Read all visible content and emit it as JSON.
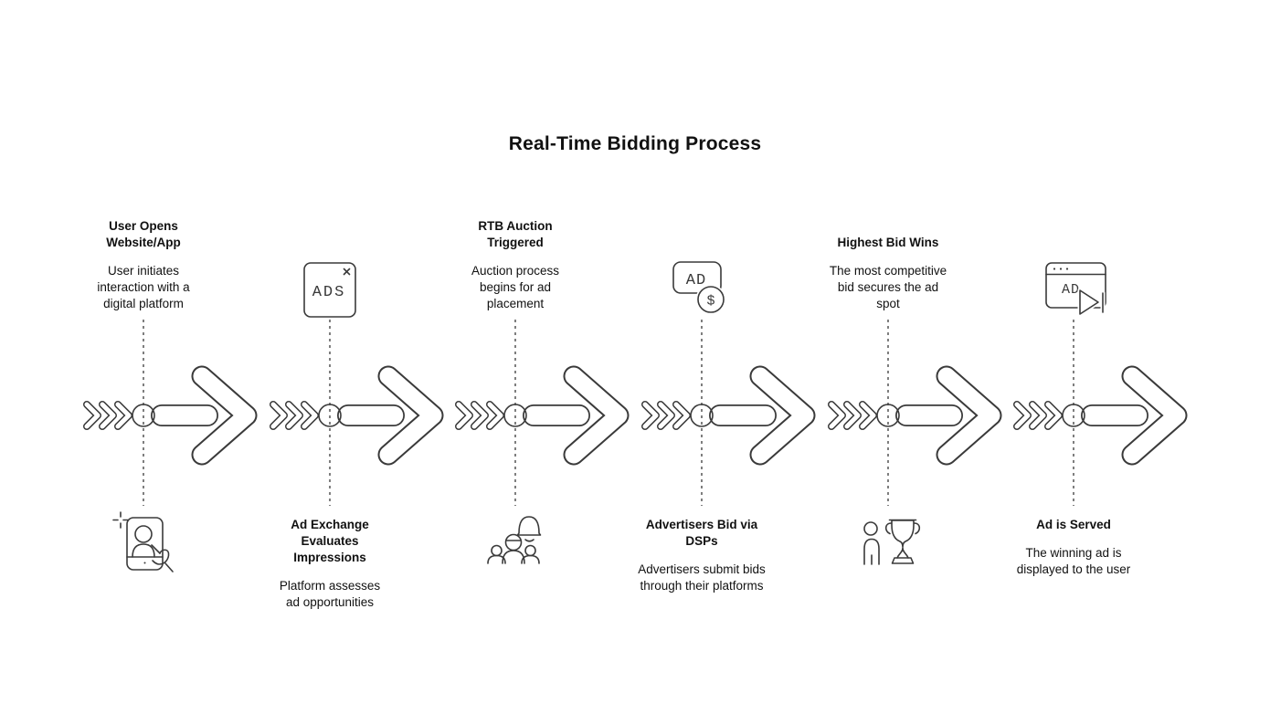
{
  "title": "Real-Time Bidding Process",
  "colors": {
    "ink": "#3a3a3a",
    "text": "#111111",
    "background": "#ffffff"
  },
  "steps": [
    {
      "title": "User Opens Website/App",
      "description": "User initiates interaction with a digital platform",
      "icon": "phone-user-icon",
      "icon_position": "below"
    },
    {
      "title": "Ad Exchange Evaluates Impressions",
      "description": "Platform assesses ad opportunities",
      "icon": "ads-box-icon",
      "icon_text": "ADS",
      "icon_close": "✕",
      "icon_position": "above"
    },
    {
      "title": "RTB Auction Triggered",
      "description": "Auction process begins for ad placement",
      "icon": "auction-bell-crowd-icon",
      "icon_position": "below"
    },
    {
      "title": "Advertisers Bid via DSPs",
      "description": "Advertisers submit bids through their platforms",
      "icon": "ad-dollar-icon",
      "icon_text": "AD",
      "icon_currency": "$",
      "icon_position": "above"
    },
    {
      "title": "Highest Bid Wins",
      "description": "The most competitive bid secures the ad spot",
      "icon": "winner-trophy-icon",
      "icon_position": "below"
    },
    {
      "title": "Ad is Served",
      "description": "The winning ad is displayed to the user",
      "icon": "browser-ad-play-icon",
      "icon_text": "AD",
      "icon_position": "above"
    }
  ]
}
